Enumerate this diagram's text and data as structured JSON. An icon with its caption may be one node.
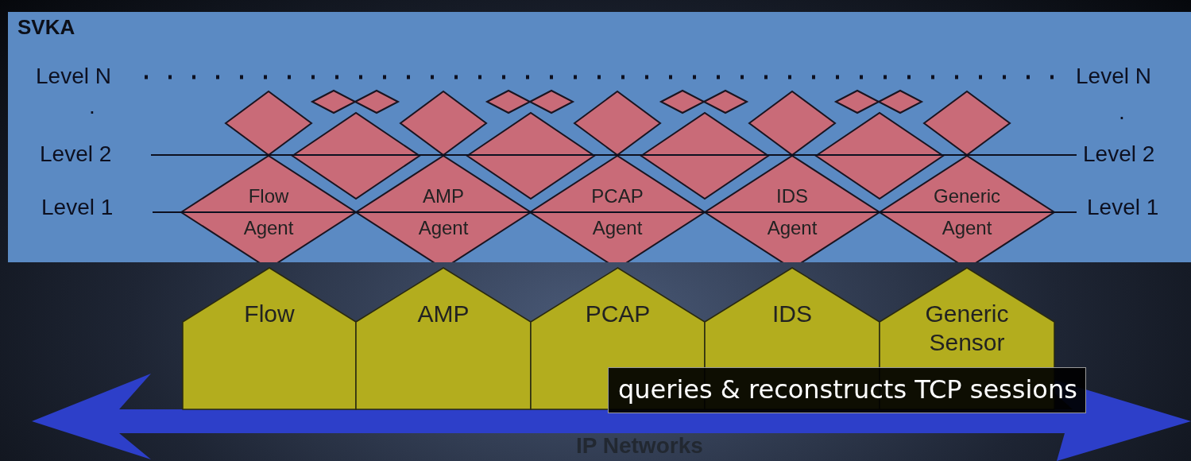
{
  "diagram": {
    "nodes": [
      {
        "text": [
          "SVKA"
        ]
      },
      {
        "text": [],
        "shape": "diamond",
        "in": 0
      },
      {
        "text": [],
        "shape": "diamond",
        "in": 0
      },
      {
        "text": [],
        "shape": "diamond",
        "in": 0
      },
      {
        "text": [],
        "shape": "diamond",
        "in": 0
      },
      {
        "text": [],
        "shape": "diamond",
        "in": 0
      },
      {
        "text": [],
        "shape": "diamond",
        "in": 0
      },
      {
        "text": [],
        "shape": "diamond",
        "in": 0
      },
      {
        "text": [],
        "shape": "diamond",
        "in": 0
      },
      {
        "text": [],
        "shape": "diamond",
        "in": 0
      },
      {
        "text": [],
        "shape": "diamond",
        "in": 0
      },
      {
        "text": [],
        "shape": "diamond",
        "in": 0
      },
      {
        "text": [],
        "shape": "diamond",
        "in": 0
      },
      {
        "text": [],
        "shape": "diamond",
        "in": 0
      },
      {
        "text": [],
        "shape": "diamond",
        "in": 0
      },
      {
        "text": [],
        "shape": "diamond",
        "in": 0
      },
      {
        "text": [],
        "shape": "diamond",
        "in": 0
      },
      {
        "text": [],
        "shape": "diamond",
        "in": 0
      },
      {
        "text": [
          "Flow Agent"
        ],
        "in": 0
      },
      {
        "text": [
          "AMP Agent"
        ],
        "in": 0
      },
      {
        "text": [
          "PCAP Agent"
        ],
        "in": 0
      },
      {
        "text": [
          "IDS Agent"
        ],
        "in": 0
      },
      {
        "text": [
          "Generic Agent"
        ],
        "in": 0
      },
      {
        "text": [
          "Flow"
        ]
      },
      {
        "text": [
          "AMP"
        ]
      },
      {
        "text": [
          "PCAP"
        ]
      },
      {
        "text": [
          "IDS"
        ]
      },
      {
        "text": [
          "Generic Sensor"
        ]
      }
    ],
    "labels": [
      "Level N",
      ".",
      "Level 2",
      "Level 1",
      "Level N",
      ".",
      "Level 2",
      "Level 1",
      "queries & reconstructs TCP sessions",
      "IP Networks"
    ]
  }
}
